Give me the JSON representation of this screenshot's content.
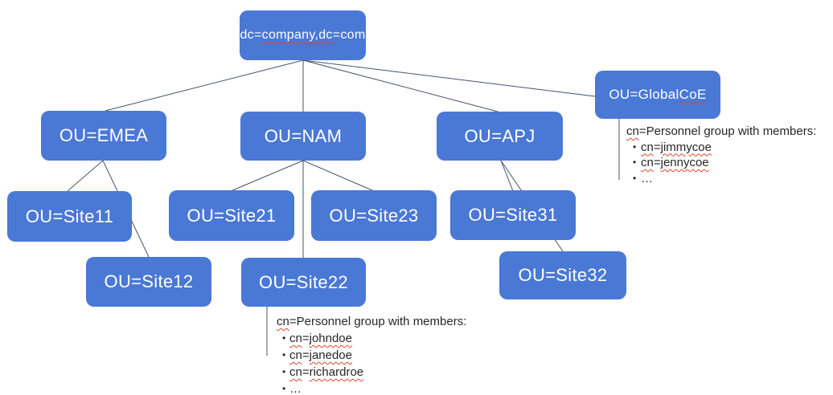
{
  "colors": {
    "node_fill": "#4a78d5",
    "node_text": "#ffffff",
    "connector": "#44546a",
    "squiggle": "#e0442f",
    "annotation_text": "#262626",
    "background": "#ffffff"
  },
  "glyphs": {
    "bullet": "•"
  },
  "nodes": {
    "root": {
      "parts": [
        "dc=",
        "company,dc",
        "=com"
      ]
    },
    "emea": {
      "label": "OU=EMEA"
    },
    "nam": {
      "label": "OU=NAM"
    },
    "apj": {
      "label": "OU=APJ"
    },
    "global_coe": {
      "parts": [
        "OU=Global ",
        "CoE"
      ]
    },
    "site11": {
      "label": "OU=Site11"
    },
    "site12": {
      "label": "OU=Site12"
    },
    "site21": {
      "label": "OU=Site21"
    },
    "site22": {
      "label": "OU=Site22"
    },
    "site23": {
      "label": "OU=Site23"
    },
    "site31": {
      "label": "OU=Site31"
    },
    "site32": {
      "label": "OU=Site32"
    }
  },
  "annotations": {
    "site22": {
      "header": {
        "sq": "cn",
        "rest": "=Personnel group with members:"
      },
      "bullets": [
        {
          "sq1": "cn",
          "eq": "=",
          "sq2": "johndoe"
        },
        {
          "sq1": "cn",
          "eq": "=",
          "sq2": "janedoe"
        },
        {
          "sq1": "cn",
          "eq": "=",
          "sq2": "richardroe"
        },
        {
          "ellipsis": "…"
        }
      ]
    },
    "global_coe": {
      "header": {
        "sq": "cn",
        "rest": "=Personnel group with members:"
      },
      "bullets": [
        {
          "sq1": "cn",
          "eq": "=",
          "sq2": "jimmycoe"
        },
        {
          "sq1": "cn",
          "eq": "=",
          "sq2": "jennycoe"
        },
        {
          "ellipsis": "…"
        }
      ]
    }
  }
}
